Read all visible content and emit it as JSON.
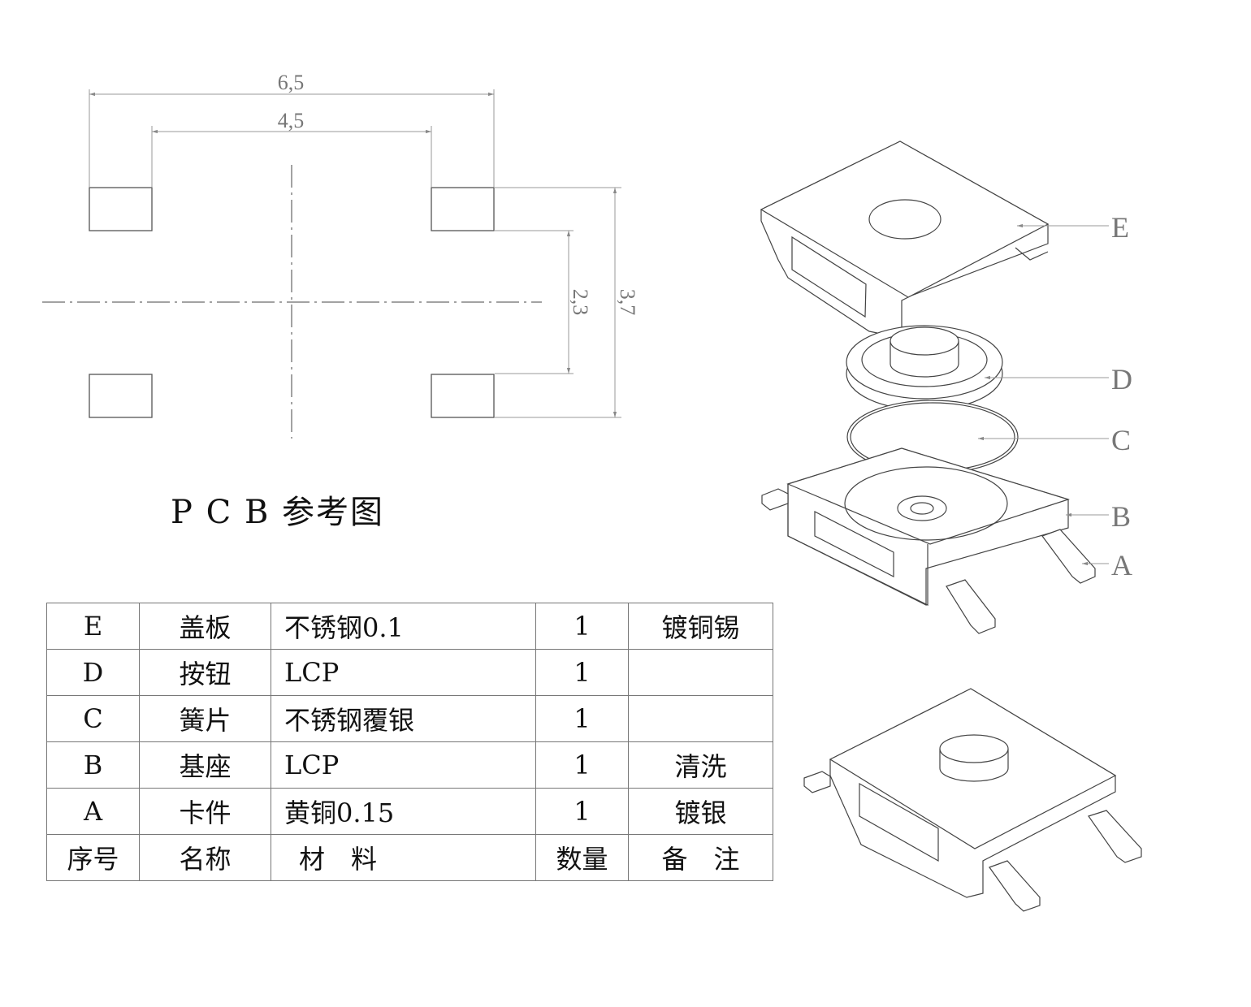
{
  "pcb_reference": {
    "title": "P C B 参考图",
    "dimensions": {
      "outer_width": "6,5",
      "inner_width": "4,5",
      "inner_height": "2,3",
      "outer_height": "3,7"
    }
  },
  "exploded_view": {
    "callouts": [
      "E",
      "D",
      "C",
      "B",
      "A"
    ]
  },
  "bom_table": {
    "rows": [
      {
        "id": "E",
        "name": "盖板",
        "material": "不锈钢0.1",
        "qty": "1",
        "note": "镀铜锡"
      },
      {
        "id": "D",
        "name": "按钮",
        "material": "LCP",
        "qty": "1",
        "note": ""
      },
      {
        "id": "C",
        "name": "簧片",
        "material": "不锈钢覆银",
        "qty": "1",
        "note": ""
      },
      {
        "id": "B",
        "name": "基座",
        "material": "LCP",
        "qty": "1",
        "note": "清洗"
      },
      {
        "id": "A",
        "name": "卡件",
        "material": "黄铜0.15",
        "qty": "1",
        "note": "镀银"
      }
    ],
    "header": {
      "id": "序号",
      "name": "名称",
      "material": "材　料",
      "qty": "数量",
      "note": "备　注"
    }
  },
  "colors": {
    "line": "#555555",
    "dim": "#888888",
    "text": "#111111"
  }
}
